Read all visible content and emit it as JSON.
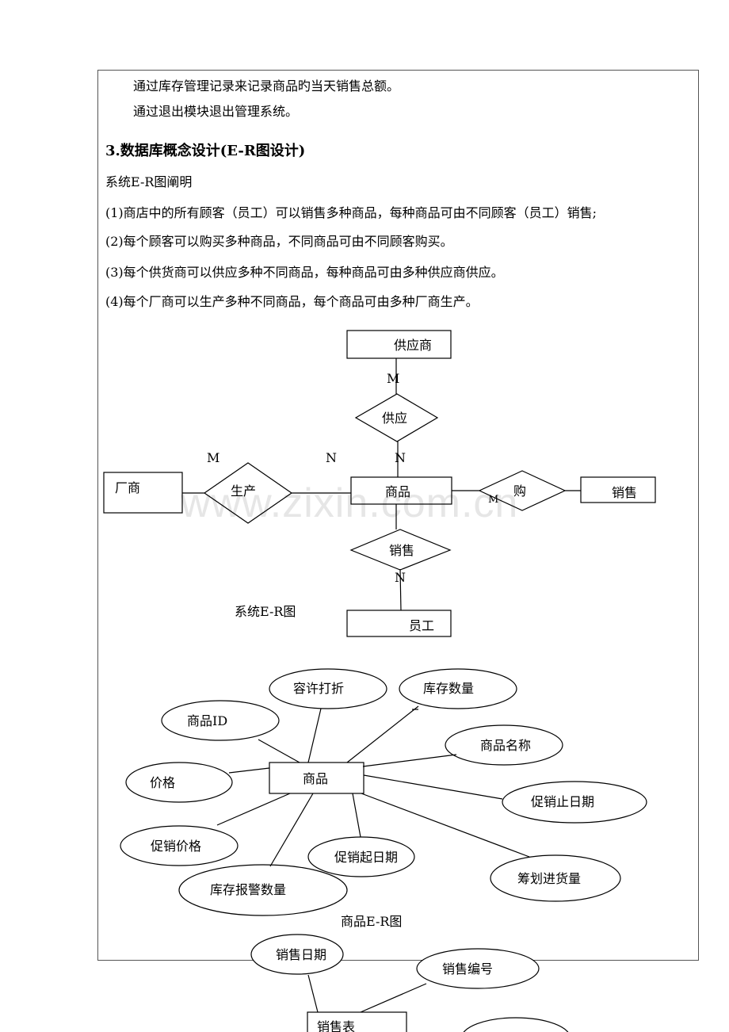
{
  "paragraphs": {
    "p1": "通过库存管理记录来记录商品旳当天销售总额。",
    "p2": "通过退出模块退出管理系统。",
    "heading": "3.数据库概念设计(E-R图设计)",
    "intro": "系统E-R图阐明",
    "item1": "(1)商店中的所有顾客（员工）可以销售多种商品，每种商品可由不同顾客（员工）销售;",
    "item2": "(2)每个顾客可以购买多种商品，不同商品可由不同顾客购买。",
    "item3": "(3)每个供货商可以供应多种不同商品，每种商品可由多种供应商供应。",
    "item4": "(4)每个厂商可以生产多种不同商品，每个商品可由多种厂商生产。"
  },
  "system_er": {
    "supplier": "供应商",
    "supply": "供应",
    "maker": "厂商",
    "produce": "生产",
    "goods": "商品",
    "buy": "购",
    "sales_entity": "销售",
    "sell": "销售",
    "employee": "员工",
    "card_m_supply": "M",
    "card_n_supply": "N",
    "card_m_produce": "M",
    "card_n_produce": "N",
    "card_m_buy": "M",
    "card_n_sell": "N",
    "caption": "系统E-R图"
  },
  "goods_er": {
    "entity": "商品",
    "attr_id": "商品ID",
    "attr_discount": "容许打折",
    "attr_stock": "库存数量",
    "attr_name": "商品名称",
    "attr_price": "价格",
    "attr_promo_end": "促销止日期",
    "attr_promo_price": "促销价格",
    "attr_promo_start": "促销起日期",
    "attr_plan": "筹划进货量",
    "attr_alarm": "库存报警数量",
    "caption": "商品E-R图"
  },
  "sales_er": {
    "entity": "销售表",
    "attr_date": "销售日期",
    "attr_no": "销售编号"
  },
  "watermark": "www.zixin.com.cn"
}
